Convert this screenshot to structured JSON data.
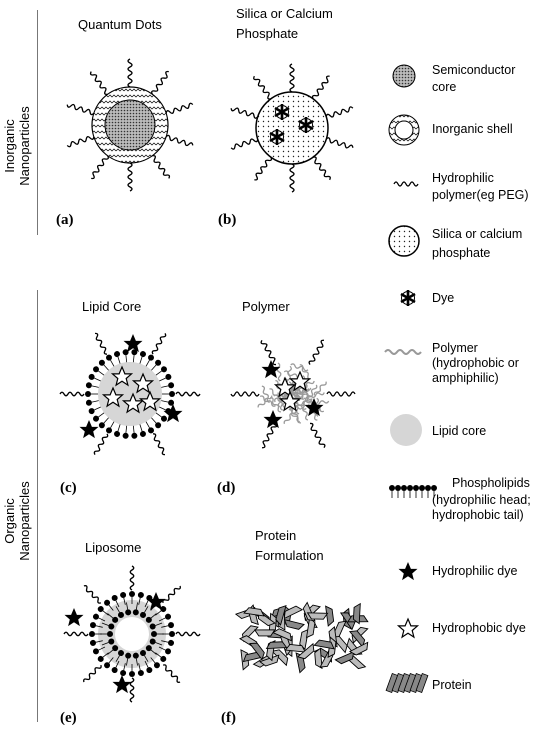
{
  "groups": {
    "inorganic": "Inorganic\nNanoparticles",
    "inorganic_l1": "Inorganic",
    "inorganic_l2": "Nanoparticles",
    "organic_l1": "Organic",
    "organic_l2": "Nanoparticles"
  },
  "panels": {
    "a": {
      "title": "Quantum Dots",
      "letter": "(a)"
    },
    "b": {
      "title_l1": "Silica or Calcium",
      "title_l2": "Phosphate",
      "letter": "(b)"
    },
    "c": {
      "title": "Lipid Core",
      "letter": "(c)"
    },
    "d": {
      "title": "Polymer",
      "letter": "(d)"
    },
    "e": {
      "title": "Liposome",
      "letter": "(e)"
    },
    "f": {
      "title_l1": "Protein",
      "title_l2": "Formulation",
      "letter": "(f)"
    }
  },
  "legend": {
    "semiconductor_l1": "Semiconductor",
    "semiconductor_l2": "core",
    "inorganic_shell": "Inorganic shell",
    "hydrophilic_l1": "Hydrophilic",
    "hydrophilic_l2": "polymer(eg PEG)",
    "silica_l1": "Silica or calcium",
    "silica_l2": "phosphate",
    "dye": "Dye",
    "polymer_l1": "Polymer",
    "polymer_l2": "(hydrophobic or",
    "polymer_l3": "amphiphilic)",
    "lipid_core": "Lipid core",
    "phospho_l1": "Phospholipids",
    "phospho_l2": "(hydrophilic head;",
    "phospho_l3": "hydrophobic tail)",
    "hydrophilic_dye": "Hydrophilic dye",
    "hydrophobic_dye": "Hydrophobic dye",
    "protein": "Protein"
  }
}
